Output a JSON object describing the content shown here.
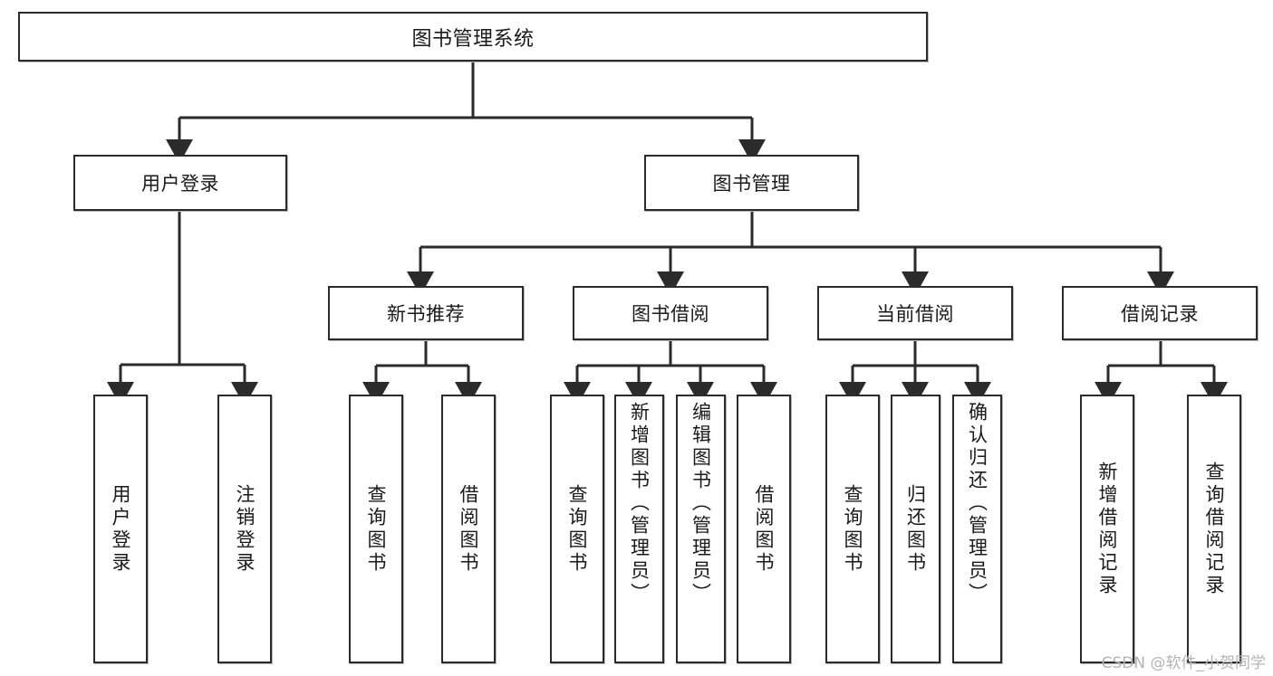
{
  "diagram": {
    "title": "图书管理系统",
    "watermark": "CSDN @软件_小贺同学",
    "colors": {
      "border": "#2b2b2b",
      "background": "#ffffff",
      "text": "#1a1a1a",
      "connector": "#2b2b2b",
      "watermark": "#b4b4b4"
    },
    "root": {
      "label": "图书管理系统"
    },
    "level2": [
      {
        "label": "用户登录"
      },
      {
        "label": "图书管理"
      }
    ],
    "level3": [
      {
        "label": "新书推荐"
      },
      {
        "label": "图书借阅"
      },
      {
        "label": "当前借阅"
      },
      {
        "label": "借阅记录"
      }
    ],
    "leaves": {
      "user_login": [
        {
          "label": "用户登录"
        },
        {
          "label": "注销登录"
        }
      ],
      "new_book_recommend": [
        {
          "label": "查询图书"
        },
        {
          "label": "借阅图书"
        }
      ],
      "book_borrow": [
        {
          "label": "查询图书"
        },
        {
          "label": "新增图书（管理员）"
        },
        {
          "label": "编辑图书（管理员）"
        },
        {
          "label": "借阅图书"
        }
      ],
      "current_borrow": [
        {
          "label": "查询图书"
        },
        {
          "label": "归还图书"
        },
        {
          "label": "确认归还（管理员）"
        }
      ],
      "borrow_record": [
        {
          "label": "新增借阅记录"
        },
        {
          "label": "查询借阅记录"
        }
      ]
    }
  }
}
